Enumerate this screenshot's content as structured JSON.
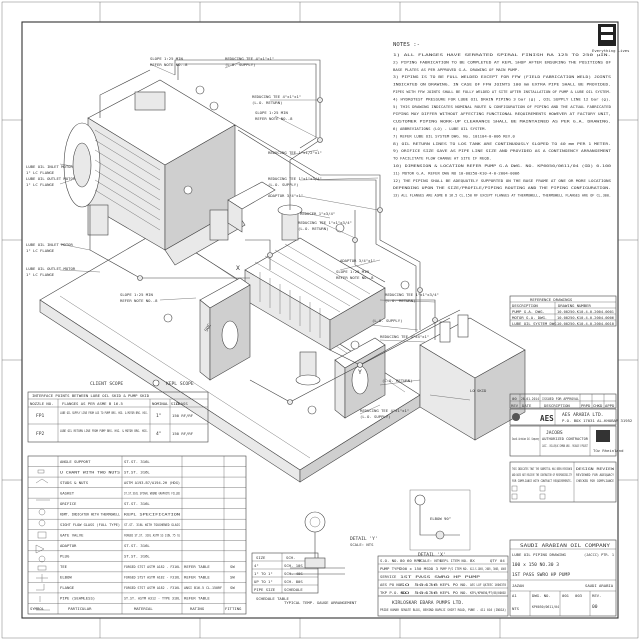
{
  "top_logo": {
    "caption": "Everything Lives"
  },
  "notes": {
    "title": "NOTES :-",
    "lines": [
      "1) ALL FLANGES HAVE SERRATED SPIRAL FINISH RA 125 TO 250 µIN.",
      "2) PIPING FABRICATION TO BE COMPLETED AT KEPL SHOP AFTER ENSURING THE POSITIONS OF",
      "   BASE PLATES AS PER APPROVED G.A. DRAWING OF MAIN PUMP.",
      "3) PIPING IS TO BE FULL WELDED EXCEPT FOR FFW (FIELD FABRICATION WELD) JOINTS",
      "   INDICATED ON DRAWING. IN CASE OF FFW JOINTS 100 mm EXTRA PIPE SHALL BE PROVIDED.",
      "   PIPES WITH FFW JOINTS SHALL BE FULLY WELDED AT SITE AFTER INSTALLATION OF PUMP & LUBE OIL SYSTEM.",
      "4) HYDROTEST PRESSURE FOR LUBE OIL DRAIN PIPING 3 bar (g) , OIL SUPPLY LINE 12 bar (g).",
      "5) THIS DRAWING INDICATES NOMINAL ROUTE & CONFIGURATION OF PIPING AND THE ACTUAL FABRICATED",
      "   PIPING MAY DIFFER WITHOUT AFFECTING FUNCTIONAL REQUIREMENTS HOWEVER AT FACTORY UNIT,",
      "   CUSTOMER PIPING WORK-UP CLEARANCE SHALL BE MAINTAINED AS PER G.A. DRAWING.",
      "6) ABBREVIATIONS (LO) - LUBE OIL SYSTEM.",
      "7) REFER LUBE OIL SYSTEM DWG. No. 101104-0-006 REV.0",
      "8) OIL RETURN LINES TO LOS TANK ARE CONTINUOUSLY SLOPED TO 40 mm PER 1 METER.",
      "9) ORIFICE SIZE GAVE AS PIPE LINE SIZE AND PROVIDED AS A CONTINGENCY ARRANGEMENT",
      "   TO FACILITATE FLOW CHANGE AT SITE IF REQD.",
      "10) DIMENSION & LOCATION REFER PUMP G.A DWG. NO. KP6050/0611/04 (GD) 0.100",
      "11) MOTOR G.A. REFER DWG NO 10-00250-K10-4-0-2004-0006",
      "12) THE PIPING SHALL BE ADEQUATELY SUPPORTED ON THE BASE FRAME AT ONE OR MORE LOCATIONS",
      "    DEPENDING UPON THE SIZE/PROFILE/PIPING ROUTING AND THE PIPING CONFIGURATION.",
      "13) ALL FLANGES ARE ASME B 16.5 CL.150 RF EXCEPT FLANGES AT THERMOWELL, THERMOWELL FLANGES ARE OF CL.300."
    ]
  },
  "callouts": {
    "slope1": "SLOPE 1:25 MIN",
    "refer_note1": "REFER NOTE NO.-8",
    "reducing_tee": "REDUCING TEE 4\"x1\"x1\"",
    "lo_supply": "(L.O. SUPPLY)",
    "lo_return": "(L.O. RETURN)",
    "slope2": "SLOPE 1:25 MIN",
    "refer_note2": "REFER NOTE NO.-8",
    "reducing_tee2": "REDUCING TEE 4\"x1\"x1\"",
    "reducing_tee3": "REDUCING TEE 1\"x1/2\"x1\"",
    "reducing_tee4": "REDUCING TEE 1\"x1\"x3/4\"",
    "adaptor1": "ADAPTOR 3/4\"x1\"",
    "reducer": "REDUCER 1\"x3/4\"",
    "lube_in_motor1": "LUBE OIL INLET MOTOR",
    "lube_in_motor1_size": "1\" LC FLANGE",
    "lube_out_motor1": "LUBE OIL OUTLET MOTOR",
    "lube_out_motor1_size": "1\" LC FLANGE",
    "lube_in_motor2": "LUBE OIL INLET MOTOR",
    "lube_in_motor2_size": "1\" LC FLANGE",
    "lube_out_motor2": "LUBE OIL OUTLET MOTOR",
    "lube_out_motor2_size": "1\" LC FLANGE",
    "slope3": "SLOPE 1:25 MIN",
    "refer_note3": "REFER NOTE NO.-8",
    "adaptor2": "ADAPTOR 3/4\"x1\"",
    "reducing_tee5": "REDUCING TEE 1\"x1\"x3/4\"",
    "reducing_tee6": "REDUCING TEE 1\"x1\"x3/4\"",
    "slope4": "SLOPE 1:25 MIN",
    "refer_note4": "REFER NOTE NO.-8",
    "reducing_tee7": "REDUCING TEE 4\"x4\"x1\"",
    "lo_return2": "(L.O. RETURN)",
    "lo_skid": "LO SKID",
    "lo_supply2": "(L.O. SUPPLY)",
    "reducing_tee8": "REDUCING TEE 4\"x1\"x1\"",
    "lo_return3": "(L.O. RETURN)",
    "detail_y": "DETAIL 'Y'",
    "scale_y": "SCALE: NTS",
    "detail_x": "DETAIL 'X'",
    "scale_x": "SCALE: NTS",
    "label_x": "X",
    "label_y": "Y",
    "thermo_note": "TYPICAL TEMP. GAUGE ARRANGEMENT",
    "elbow_note": "ELBOW 90°"
  },
  "scope": {
    "client": "CLIENT SCOPE",
    "kepl": "KEPL SCOPE",
    "title": "INTERFACE POINTS BETWEEN LUBE OIL SKID & PUMP SKID",
    "headers": [
      "NOZZLE NO.",
      "FLANGES AS PER ASME B 16.5",
      "NOMINAL SIZE",
      "CLASS"
    ],
    "rows": [
      [
        "FP1",
        "LUBE OIL SUPPLY LINE FROM LOS TO PUMP BRG. HSG. & MOTOR BRG. HSG.",
        "1\"",
        "150 RF/RF"
      ],
      [
        "FP2",
        "LUBE OIL RETURN LINE FROM PUMP BRG. HSG. & MOTOR BRG. HSG.",
        "4\"",
        "150 RF/RF"
      ]
    ]
  },
  "legend": {
    "rows": [
      [
        "",
        "ANGLE SUPPORT",
        "ST.ST. 316L",
        "",
        ""
      ],
      [
        "",
        "U CHANT WITH TWO NUTS",
        "ST.ST. 316L",
        "",
        ""
      ],
      [
        "",
        "STUDS & NUTS",
        "ASTM A193-B7/A194-2H (HDG)",
        "",
        ""
      ],
      [
        "",
        "GASKET",
        "ST.ST.316L SPIRAL WOUND GRAPHITE FILLED",
        "",
        ""
      ],
      [
        "",
        "ORIFICE",
        "ST.ST. 316L",
        "",
        ""
      ],
      [
        "",
        "RDMT. INDICATOR WITH THERMOWELL",
        "KEPL SPECIFICATION",
        "",
        ""
      ],
      [
        "",
        "SIGHT FLOW GLASS (FULL TYPE)",
        "ST.ST. 316L WITH TOUGHENED GLASS",
        "",
        ""
      ],
      [
        "",
        "GATE VALVE",
        "FORGED ST.ST. 316L ASTM SS 316L 75 lb",
        "",
        ""
      ],
      [
        "",
        "ADAPTOR",
        "ST.ST. 316L",
        "",
        ""
      ],
      [
        "",
        "PLUG",
        "ST.ST. 316L",
        "",
        ""
      ],
      [
        "",
        "TEE",
        "FORGED STST ASTM A182 - F316L",
        "REFER TABLE",
        "SW"
      ],
      [
        "",
        "ELBOW",
        "FORGED STST ASTM A182 - F316L",
        "REFER TABLE",
        "SW"
      ],
      [
        "",
        "FLANGE",
        "FORGED STST ASTM A182 - F316L",
        "ANSI B16.5 CL.150RF",
        "SW"
      ],
      [
        "",
        "PIPE (SEAMLESS)",
        "ST.ST. ASTM A312 - TYPE 316L",
        "REFER TABLE",
        ""
      ]
    ],
    "footer": [
      "SYMBOL",
      "PARTICULAR",
      "MATERIAL",
      "RATING",
      "FITTING"
    ]
  },
  "schedule": {
    "headers": [
      "SIZE",
      "SCH."
    ],
    "rows": [
      [
        "4\"",
        "SCH. 10S"
      ],
      [
        "1\" TO 1\"",
        "SCH. 40S"
      ],
      [
        "UP TO 1\"",
        "SCH. 80S"
      ],
      [
        "PIPE SIZE",
        "SCHEDULE"
      ]
    ],
    "caption": "SCHEDULE TABLE"
  },
  "titleblock": {
    "ref_title": "REFERENCE DRAWINGS",
    "ref_headers": [
      "DESCRIPTION",
      "DRAWING NUMBER"
    ],
    "ref_rows": [
      [
        "PUMP G.A. DWG.",
        "10-00250-K10-4-0-2004-0001"
      ],
      [
        "MOTOR G.A. DWG.",
        "10-00250-K10-4-0-2004-0006"
      ],
      [
        "LUBE OIL SYSTEM DWG.",
        "10-00250-K10-4-0-2004-0010"
      ]
    ],
    "rev_rows": [
      [
        "00",
        "28.01.2014",
        "ISSUED FOR APPROVAL",
        "",
        "",
        ""
      ],
      [
        "REV",
        "DATE",
        "DESCRIPTION",
        "PRPD",
        "CHKD",
        "APPD"
      ]
    ],
    "aes_name": "AES ARABIA LTD.",
    "aes_sub": "P.O. BOX 17031 AL-KHOBAR 31952",
    "client_small": "Saudi Arabian Oil Company",
    "jacob_name": "JACOBS",
    "jacob_sub": "AUTHORIZED CONTRACTOR",
    "jacob_pkg": "JACCC - CHILLER/AC COMMON AREA - PACKAGE 5 PROJECT",
    "tuv": "Tüv Rheinland",
    "approval_lines": [
      "THIS INDICATES THAT THE SUBMITTAL HAS BEEN REVIEWED",
      "AND DOES NOT RELIEVE THE CONTRACTOR OF RESPONSIBILITY",
      "FOR COMPLIANCE WITH CONTRACT REQUIREMENTS."
    ],
    "approval_cols": [
      "DESIGN REVIEW",
      "REVIEWED FOR ADEQUACY",
      "CHECKED FOR COMPLIANCE"
    ],
    "saudi_company": "SAUDI ARABIAN OIL COMPANY",
    "dwg_title1": "LUBE OIL PIPING DRAWING",
    "dwg_title2": "100 x 150 NO.30 3",
    "dwg_title3": "1ST PASS SWRO HP PUMP",
    "dwg_title4": "(JACCC) PTR. 1",
    "location": "JAZAN",
    "country": "SAUDI ARABIA",
    "dwg_no_label": "DWG. NO.",
    "dwg_no": "KP6050/0611/04",
    "rev_label": "REV.",
    "rev": "00",
    "sheet": "001",
    "of": "003",
    "size_label": "A1",
    "scale_label": "NTS",
    "sub_block": [
      [
        "S.O. NO.",
        "80 60 RPM",
        "KEPL ITEM NO.",
        "BX",
        "QTY",
        "04"
      ],
      [
        "PUMP TYPE",
        "200 x 150 MSDD 3",
        "PUMP P/S ITEM NO.",
        "A12-S-1005, 2005, 3005, 4005"
      ],
      [
        "SERVICE",
        "1ST PASS SWRO HP PUMP"
      ],
      [
        "AES PO NO.",
        "SO 50436",
        "KEPL PO NO.",
        "AES LOF QATEEC 1600370"
      ],
      [
        "TKP P.O. NO.",
        "SO 50436",
        "KEPL PO NO.",
        "KEPL/KP6050/PT/08/00002"
      ]
    ],
    "kirloskar_name": "KIRLOSKAR EBARA PUMPS LTD.",
    "kirloskar_addr": "PRIDE KUMAR SENATE BLDG, BEHIND BAPUJI SHIRT ROAD, PUNE - 411 016 (INDIA)"
  }
}
